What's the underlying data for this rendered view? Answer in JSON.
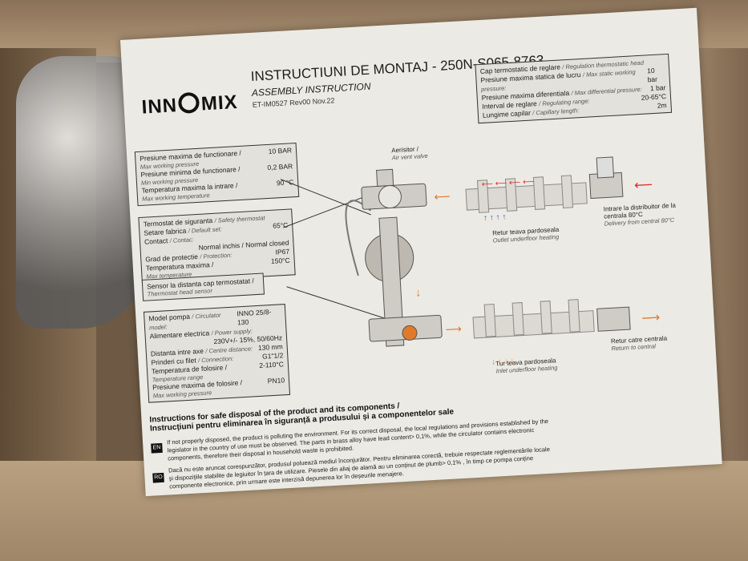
{
  "logo": {
    "left": "INN",
    "right": "MIX"
  },
  "header": {
    "title": "INSTRUCTIUNI DE MONTAJ - 250N-S065-8763",
    "subtitle": "ASSEMBLY INSTRUCTION",
    "docref": "ET-IM0527 Rev00  Nov.22"
  },
  "pressure_box": {
    "rows": [
      {
        "ro": "Presiune maxima de functionare /",
        "en": "Max working pressure",
        "value": "10 BAR"
      },
      {
        "ro": "Presiune minima de functionare /",
        "en": "Min working pressure",
        "value": "0,2 BAR"
      },
      {
        "ro": "Temperatura maxima la intrare /",
        "en": "Max working temperature",
        "value": "90 °C"
      }
    ]
  },
  "thermostat_box": {
    "rows": [
      {
        "ro": "Termostat de siguranta",
        "en": "/ Safety thermostat",
        "value": ""
      },
      {
        "ro": "Setare fabrica",
        "en": "/ Default set:",
        "value": "65°C"
      },
      {
        "ro": "Contact",
        "en": "/ Contac:",
        "value": "Normal inchis / Normal closed"
      },
      {
        "ro": "Grad de protectie",
        "en": "/ Protection:",
        "value": "IP67"
      },
      {
        "ro": "Temperatura maxima /",
        "en": "Max temperature",
        "value": "150°C"
      }
    ]
  },
  "sensor_box": {
    "ro": "Sensor la distanta cap termostatat /",
    "en": "Thermostat head sensor"
  },
  "pump_box": {
    "rows": [
      {
        "ro": "Model pompa",
        "en": "/ Circulator model:",
        "value": "INNO 25/8-130"
      },
      {
        "ro": "Alimentare electrica",
        "en": "/ Power supply:",
        "value": "230V+/- 15%, 50/60Hz"
      },
      {
        "ro": "Distanta intre axe",
        "en": "/ Centre distance:",
        "value": "130 mm"
      },
      {
        "ro": "Prinderi cu filet",
        "en": "/ Connection:",
        "value": "G1\"1/2"
      },
      {
        "ro": "Temperatura de folosire /",
        "en": "Temperature range",
        "value": "2-110°C"
      },
      {
        "ro": "Presiune maxima de folosire /",
        "en": "Max working pressure",
        "value": "PN10"
      }
    ]
  },
  "thermo_head_box": {
    "rows": [
      {
        "ro": "Cap termostatic de reglare",
        "en": "/ Regulation thermostatic head",
        "value": ""
      },
      {
        "ro": "Presiune maxima statica de lucru",
        "en": "/ Max static working pressure:",
        "value": "10 bar"
      },
      {
        "ro": "Presiune maxima diferentiala",
        "en": "/ Max differential pressure:",
        "value": "1 bar"
      },
      {
        "ro": "Interval de reglare",
        "en": "/ Regulating range:",
        "value": "20-65°C"
      },
      {
        "ro": "Lungime capilar",
        "en": "/ Capillary length:",
        "value": "2m"
      }
    ]
  },
  "labels": {
    "air_vent": "Aerisitor /",
    "air_vent_en": "Air vent valve",
    "inlet_ro": "Intrare la distribuitor de la centrala 80°C",
    "inlet_en": "Delivery from central 80°C",
    "return_floor_ro": "Retur teava pardoseala",
    "return_floor_en": "Outlet underfloor heating",
    "return_central_ro": "Retur catre centrala",
    "return_central_en": "Return to central",
    "inlet_floor_ro": "Tur teava pardoseala",
    "inlet_floor_en": "Inlet underfloor heating"
  },
  "disposal": {
    "title_en": "Instructions for safe disposal of the product and its components /",
    "title_ro": "Instrucțiuni pentru eliminarea în siguranță a produsului și a componentelor sale",
    "en_code": "EN",
    "en_text": "If not properly disposed, the product is polluting the environment. For its correct disposal, the local regulations and provisions established by the legislator in the country of use must be observed. The parts in brass alloy have lead content> 0,1%, while the circulator contains electronic components, therefore their disposal in household waste is prohibited.",
    "ro_code": "RO",
    "ro_text": "Dacă nu este aruncat corespunzător, produsul poluează mediul înconjurător. Pentru eliminarea corectă, trebuie respectate reglementările locale și dispozițiile stabilite de legiuitor în țara de utilizare. Piesele din aliaj de alamă au un conținut de plumb> 0,1% , în timp ce pompa conține componente electronice, prin urmare este interzisă depunerea lor în deșeurile menajere."
  },
  "colors": {
    "hot": "#d9302c",
    "cold": "#2b5fbf",
    "flow": "#e07a2a",
    "paper": "#eceae4"
  }
}
